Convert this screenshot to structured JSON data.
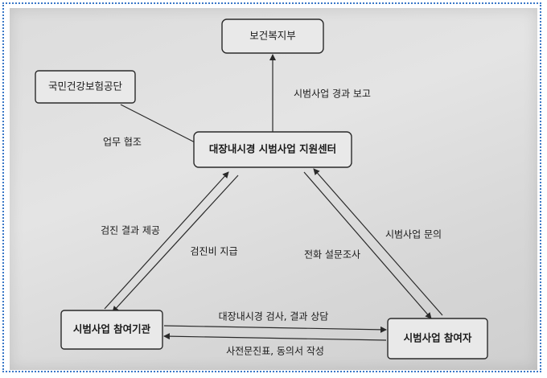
{
  "nodes": {
    "ministry": "보건복지부",
    "nhis": "국민건강보험공단",
    "center": "대장내시경 시범사업 지원센터",
    "institution": "시범사업 참여기관",
    "participant": "시범사업 참여자"
  },
  "edges": {
    "center_to_ministry": "시범사업 경과 보고",
    "nhis_to_center": "업무 협조",
    "institution_to_center": "검진 결과 제공",
    "center_to_institution": "검진비 지급",
    "center_to_participant": "전화 설문조사",
    "participant_to_center": "시범사업 문의",
    "institution_to_participant": "대장내시경 검사, 결과 상담",
    "participant_to_institution": "사전문진표, 동의서 작성"
  }
}
